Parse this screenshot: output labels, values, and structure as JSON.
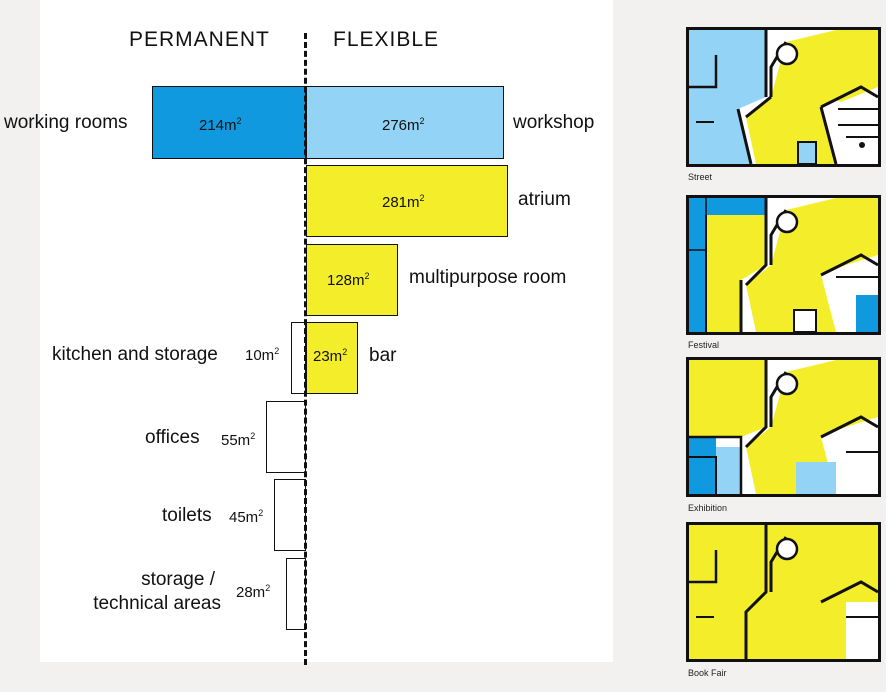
{
  "colors": {
    "permanent_blue": "#1199e0",
    "flexible_blue": "#93d3f5",
    "flexible_yellow": "#f4ed2a",
    "outline": "#111111",
    "background": "#f2f1f0"
  },
  "headers": {
    "permanent": "PERMANENT",
    "flexible": "FLEXIBLE"
  },
  "rows": [
    {
      "permanent": {
        "label": "working rooms",
        "area": "214m",
        "value": 214
      },
      "flexible": {
        "label": "workshop",
        "area": "276m",
        "value": 276
      }
    },
    {
      "flexible": {
        "label": "atrium",
        "area": "281m",
        "value": 281
      }
    },
    {
      "flexible": {
        "label": "multipurpose room",
        "area": "128m",
        "value": 128
      }
    },
    {
      "permanent": {
        "label": "kitchen and storage",
        "area": "10m",
        "value": 10
      },
      "flexible": {
        "label": "bar",
        "area": "23m",
        "value": 23
      }
    },
    {
      "permanent": {
        "label": "offices",
        "area": "55m",
        "value": 55
      }
    },
    {
      "permanent": {
        "label": "toilets",
        "area": "45m",
        "value": 45
      }
    },
    {
      "permanent": {
        "label_line1": "storage /",
        "label_line2": "technical areas",
        "area": "28m",
        "value": 28
      }
    }
  ],
  "unit_superscript": "2",
  "scenarios": [
    {
      "caption": "Street"
    },
    {
      "caption": "Festival"
    },
    {
      "caption": "Exhibition"
    },
    {
      "caption": "Book Fair"
    }
  ]
}
